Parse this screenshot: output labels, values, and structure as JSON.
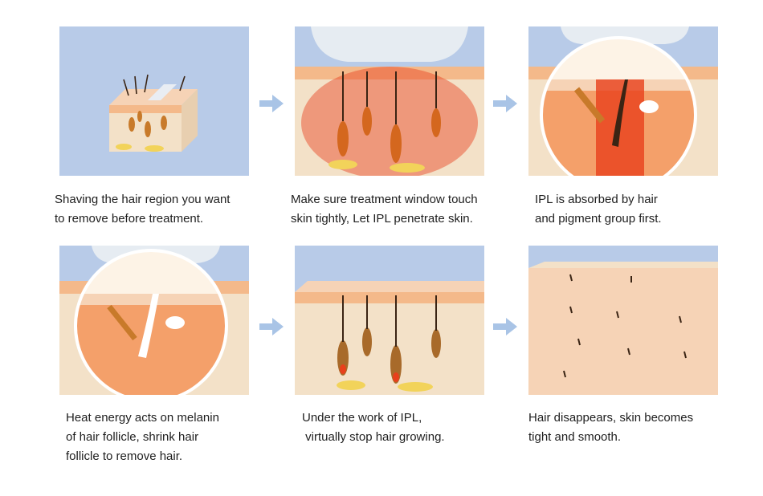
{
  "steps": [
    {
      "caption": "Shaving the hair region you want\nto remove before treatment."
    },
    {
      "caption": "Make sure treatment window touch\nskin tightly, Let IPL penetrate skin."
    },
    {
      "caption": "IPL is absorbed by hair\nand pigment group first."
    },
    {
      "caption": "Heat energy acts on melanin\nof hair follicle, shrink hair\nfollicle to remove hair."
    },
    {
      "caption": "Under the work of IPL,\n virtually stop hair growing."
    },
    {
      "caption": "Hair disappears, skin becomes\ntight and smooth."
    }
  ],
  "arrows": [
    {
      "icon": "right-arrow-icon"
    },
    {
      "icon": "right-arrow-icon"
    },
    {
      "icon": "right-arrow-icon"
    },
    {
      "icon": "right-arrow-icon"
    }
  ],
  "colors": {
    "background_panel": "#b8cbe8",
    "skin_surface": "#f6d3b6",
    "skin_layer": "#f4b98a",
    "dermis": "#f3e1c8",
    "hair": "#3a2414",
    "heat_red": "#e8401c",
    "fat_yellow": "#f2d35a",
    "arrow": "#a9c4e6"
  }
}
